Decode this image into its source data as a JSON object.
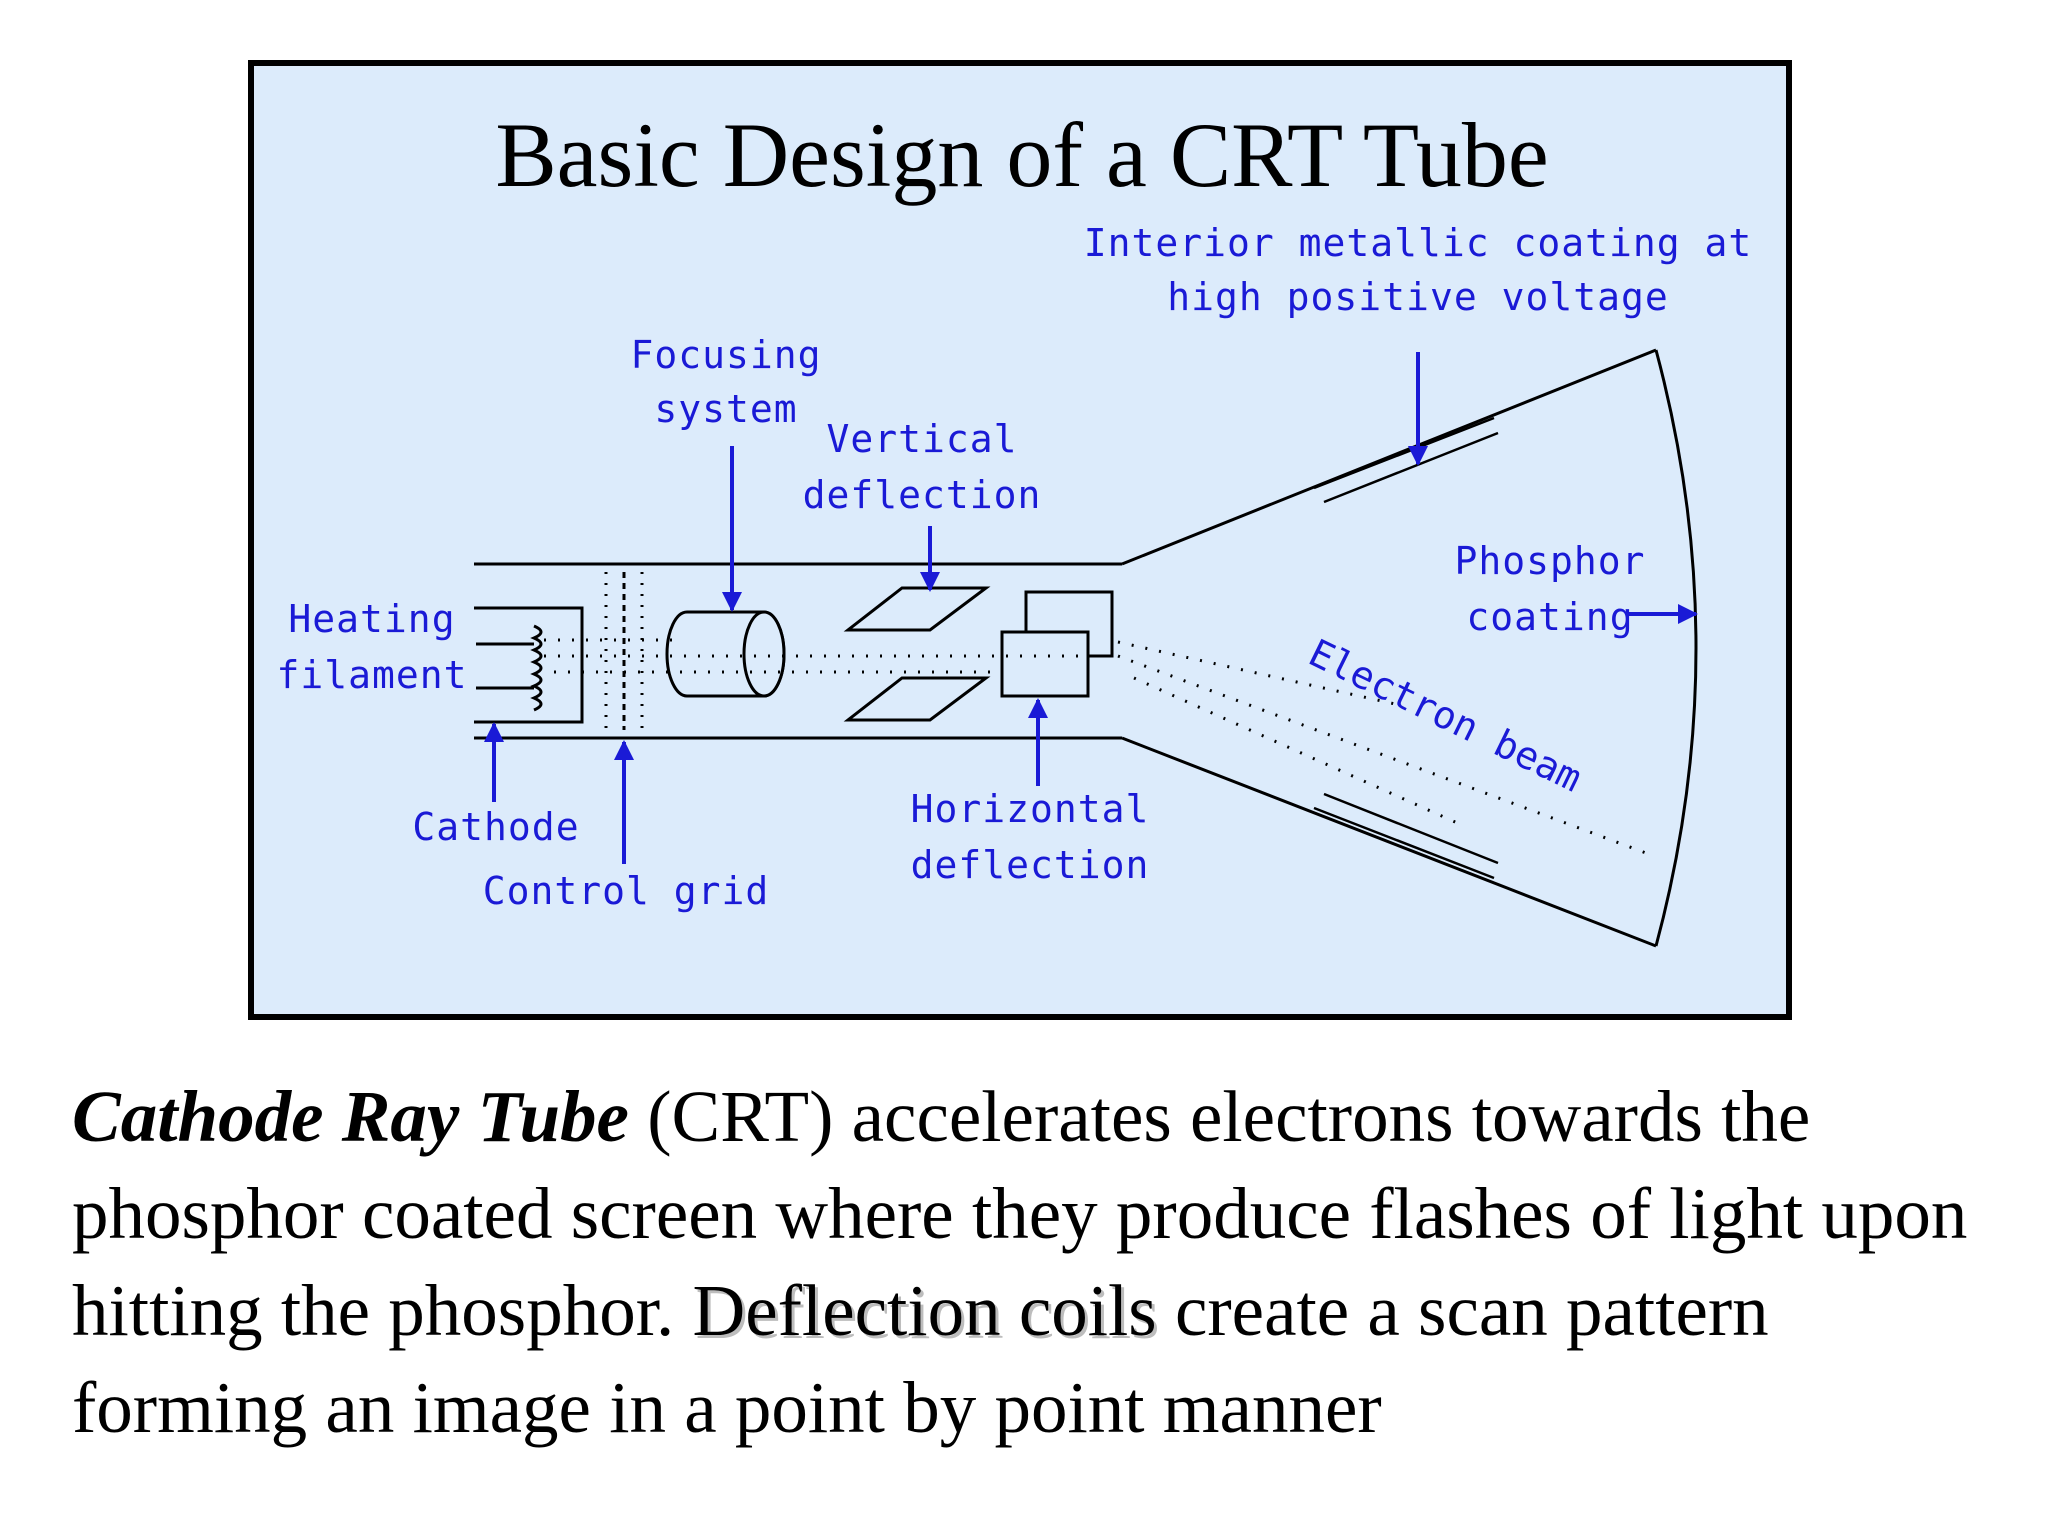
{
  "diagram": {
    "title": "Basic Design of a CRT Tube",
    "labels": {
      "metallic_line1": "Interior metallic coating at",
      "metallic_line2": "high positive voltage",
      "focusing_line1": "Focusing",
      "focusing_line2": "system",
      "vertical_line1": "Vertical",
      "vertical_line2": "deflection",
      "heating_line1": "Heating",
      "heating_line2": "filament",
      "phosphor_line1": "Phosphor",
      "phosphor_line2": "coating",
      "electron_beam": "Electron beam",
      "cathode": "Cathode",
      "control_grid": "Control grid",
      "horizontal_line1": "Horizontal",
      "horizontal_line2": "deflection"
    },
    "colors": {
      "background": "#dcebfb",
      "label": "#1a1ad6",
      "line": "#000000"
    }
  },
  "caption": {
    "term": "Cathode Ray Tube",
    "text_after_term": " (CRT) accelerates electrons towards the phosphor coated screen where they produce flashes of light upon hitting the phosphor.  ",
    "highlight": "Deflection coils",
    "text_end": " create a scan pattern forming an image in a point by point manner"
  }
}
